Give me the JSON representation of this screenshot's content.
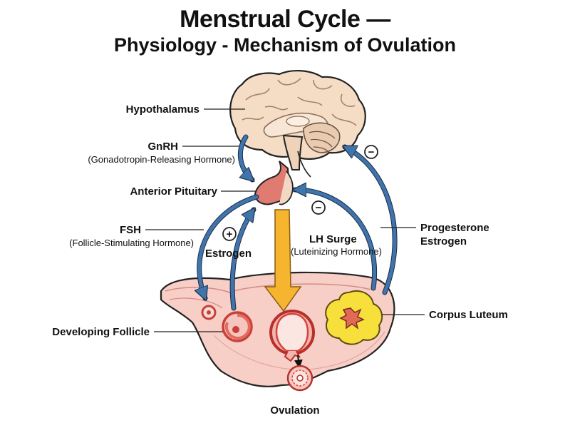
{
  "title": {
    "line1": "Menstrual Cycle —",
    "line2": "Physiology - Mechanism of Ovulation"
  },
  "labels": {
    "hypothalamus": "Hypothalamus",
    "gnrh": "GnRH",
    "gnrh_full": "(Gonadotropin-Releasing Hormone)",
    "anterior_pituitary": "Anterior Pituitary",
    "fsh": "FSH",
    "fsh_full": "(Follicle-Stimulating Hormone)",
    "estrogen": "Estrogen",
    "lh_surge": "LH Surge",
    "lh_full": "(Luteinizing Hormone)",
    "progesterone": "Progesterone",
    "estrogen_feedback": "Estrogen",
    "corpus_luteum": "Corpus Luteum",
    "developing_follicle": "Developing Follicle",
    "ovulation": "Ovulation"
  },
  "signs": {
    "positive": "+",
    "negative": "−"
  },
  "colors": {
    "arrow_blue": "#3f74ac",
    "lh_arrow": "#f6b52e",
    "brain": "#f4dcc5",
    "pituitary": "#e07b72",
    "ovary": "#f7cfc6",
    "corpus_luteum": "#f7e03c"
  }
}
